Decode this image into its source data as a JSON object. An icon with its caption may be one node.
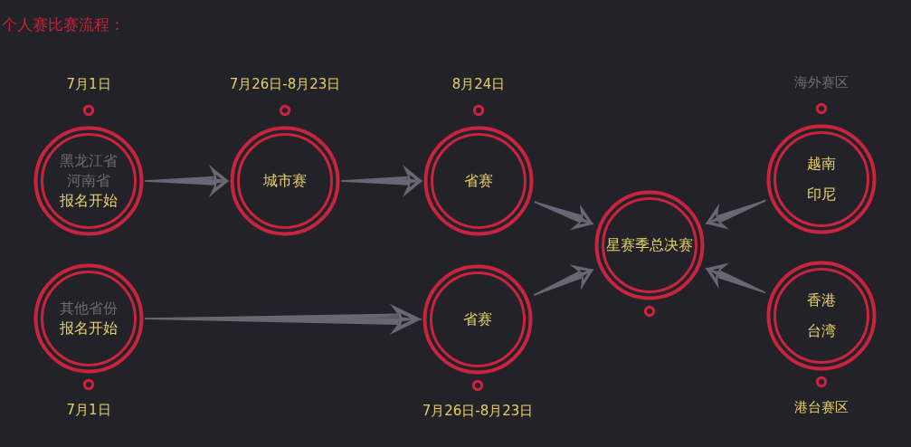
{
  "diagram": {
    "title": "个人赛比赛流程：",
    "nodes": [
      {
        "text": [
          "黑龙江省河南省",
          "报名开始"
        ],
        "beside": [
          "7月1日"
        ]
      },
      {
        "text": [
          "城市赛"
        ],
        "beside": [
          "7月26日-8月23日"
        ]
      },
      {
        "text": [
          "省赛"
        ],
        "beside": [
          "8月24日"
        ]
      },
      {
        "text": [
          "越南",
          "印尼"
        ],
        "beside": [
          "海外赛区"
        ]
      },
      {
        "text": [
          "星赛季总决赛"
        ]
      },
      {
        "text": [
          "其他省份",
          "报名开始"
        ],
        "beside": [
          "7月1日"
        ]
      },
      {
        "text": [
          "省赛"
        ],
        "beside": [
          "7月26日-8月23日"
        ]
      },
      {
        "text": [
          "香港",
          "台湾"
        ],
        "beside": [
          "港台赛区"
        ]
      }
    ],
    "edges": [
      {
        "from": 0,
        "to": 1,
        "arrow": "to"
      },
      {
        "from": 1,
        "to": 2,
        "arrow": "to"
      },
      {
        "from": 2,
        "to": 4,
        "arrow": "to"
      },
      {
        "from": 3,
        "to": 4,
        "arrow": "to"
      },
      {
        "from": 5,
        "to": 6,
        "arrow": "to"
      },
      {
        "from": 6,
        "to": 4,
        "arrow": "to"
      },
      {
        "from": 7,
        "to": 4,
        "arrow": "to"
      }
    ]
  }
}
